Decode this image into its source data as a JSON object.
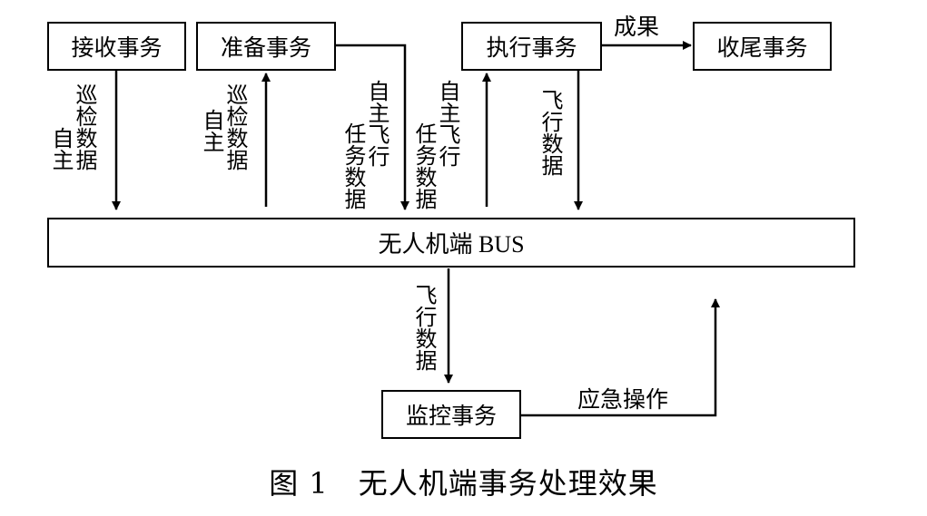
{
  "boxes": {
    "receive": "接收事务",
    "prepare": "准备事务",
    "execute": "执行事务",
    "finish": "收尾事务",
    "bus": "无人机端 BUS",
    "monitor": "监控事务"
  },
  "arrows": {
    "receive_patrol": [
      "自主",
      "巡检数据"
    ],
    "prepare_patrol": [
      "自主",
      "巡检数据"
    ],
    "prepare_task": [
      "自主飞行",
      "任务数据"
    ],
    "execute_task": [
      "自主飞行",
      "任务数据"
    ],
    "execute_flight": "飞行数据",
    "result": "成果",
    "bus_flight": "飞行数据",
    "emergency": "应急操作"
  },
  "caption": "图 1　无人机端事务处理效果"
}
